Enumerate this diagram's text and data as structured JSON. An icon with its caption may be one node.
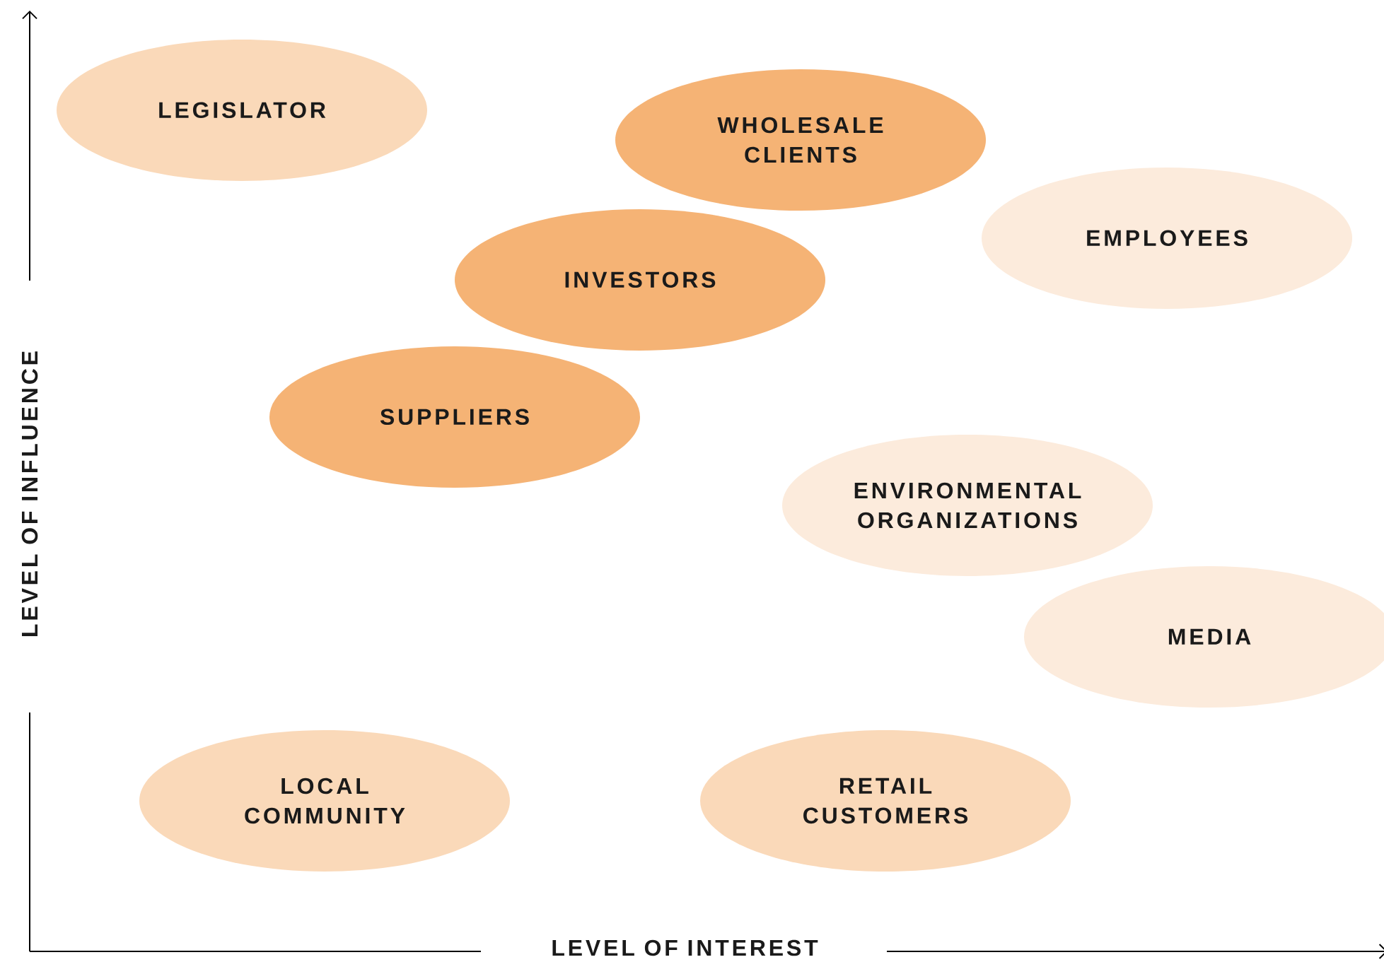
{
  "diagram": {
    "nodes": [
      {
        "text": [
          "LEGISLATOR"
        ]
      },
      {
        "text": [
          "WHOLESALE CLIENTS"
        ]
      },
      {
        "text": [
          "EMPLOYEES"
        ]
      },
      {
        "text": [
          "INVESTORS"
        ]
      },
      {
        "text": [
          "SUPPLIERS"
        ]
      },
      {
        "text": [
          "ENVIRONMENTAL ORGANIZATIONS"
        ]
      },
      {
        "text": [
          "MEDIA"
        ]
      },
      {
        "text": [
          "LOCAL COMMUNITY"
        ]
      },
      {
        "text": [
          "RETAIL CUSTOMERS"
        ]
      }
    ],
    "labels": [
      "LEVEL OF INFLUENCE",
      "LEVEL OF INTEREST"
    ]
  }
}
